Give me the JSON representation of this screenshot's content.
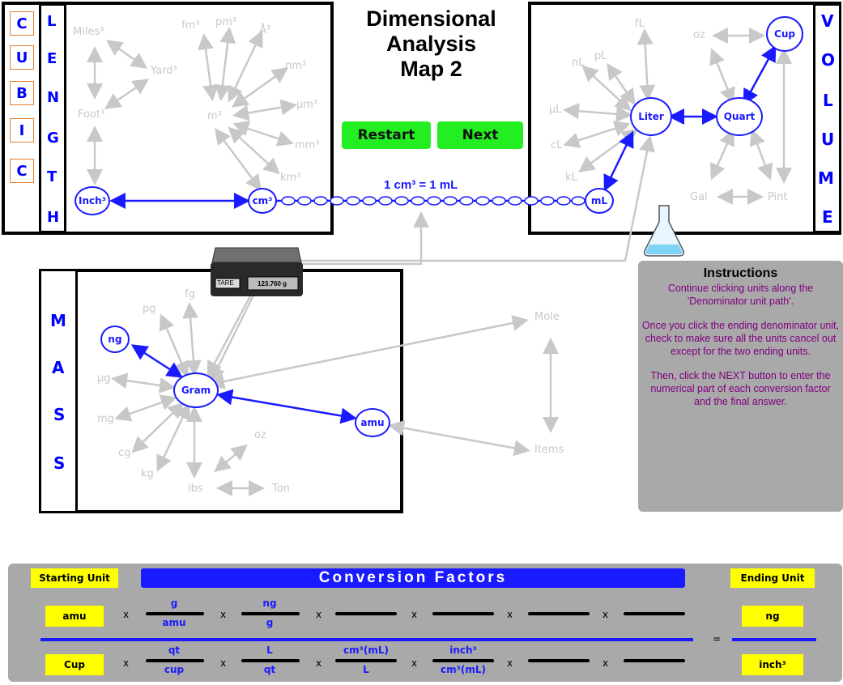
{
  "title": {
    "line1": "Dimensional",
    "line2": "Analysis",
    "line3": "Map 2"
  },
  "buttons": {
    "restart": "Restart",
    "next": "Next"
  },
  "equivalence": "1 cm³ = 1 mL",
  "cubic_letters": [
    "C",
    "U",
    "B",
    "I",
    "C"
  ],
  "length_letters": [
    "L",
    "E",
    "N",
    "G",
    "T",
    "H"
  ],
  "volume_letters": [
    "V",
    "O",
    "L",
    "U",
    "M",
    "E"
  ],
  "mass_letters": [
    "M",
    "A",
    "S",
    "S"
  ],
  "length_units": {
    "miles": "Miles³",
    "yard": "Yard³",
    "foot": "Foot³",
    "fm": "fm³",
    "pm": "pm³",
    "angstrom": "Å³",
    "nm": "nm³",
    "m": "m³",
    "um": "µm³",
    "mm": "mm³",
    "km": "km³",
    "inch": "Inch³",
    "cm": "cm³"
  },
  "volume_units": {
    "pL": "pL",
    "fL": "fL",
    "nL": "nL",
    "uL": "µL",
    "cL": "cL",
    "kL": "kL",
    "liter": "Liter",
    "mL": "mL",
    "oz": "oz",
    "cup": "Cup",
    "quart": "Quart",
    "gal": "Gal",
    "pint": "Pint"
  },
  "mass_units": {
    "fg": "fg",
    "pg": "pg",
    "ng": "ng",
    "ug": "µg",
    "gram": "Gram",
    "mg": "mg",
    "cg": "cg",
    "kg": "kg",
    "oz": "oz",
    "lbs": "lbs",
    "ton": "Ton",
    "amu": "amu",
    "mole": "Mole",
    "items": "Items"
  },
  "scale": {
    "tare": "TARE",
    "reading": "123.760 g"
  },
  "instructions": {
    "heading": "Instructions",
    "p1": "Continue clicking units along the 'Denominator unit path'.",
    "p2": "Once you click the ending denominator unit, check to make sure all the units cancel out except for the two ending units.",
    "p3": "Then, click the NEXT button to enter the numerical part of each conversion factor and the final answer."
  },
  "factors": {
    "starting_label": "Starting Unit",
    "header": "Conversion Factors",
    "ending_label": "Ending Unit",
    "times": "x",
    "equals": "=",
    "row1": {
      "start": "amu",
      "end": "ng",
      "fractions": [
        {
          "num": "g",
          "den": "amu"
        },
        {
          "num": "ng",
          "den": "g"
        }
      ]
    },
    "row2": {
      "start": "Cup",
      "end": "inch³",
      "fractions": [
        {
          "num": "qt",
          "den": "cup"
        },
        {
          "num": "L",
          "den": "qt"
        },
        {
          "num": "cm³(mL)",
          "den": "L"
        },
        {
          "num": "inch³",
          "den": "cm³(mL)"
        }
      ]
    }
  },
  "colors": {
    "accent_blue": "#1a1aff",
    "faded_gray": "#c8c8c8",
    "green": "#22ee22",
    "yellow": "#ffff00",
    "panel_gray": "#a9a9a9",
    "purple": "#800080"
  }
}
